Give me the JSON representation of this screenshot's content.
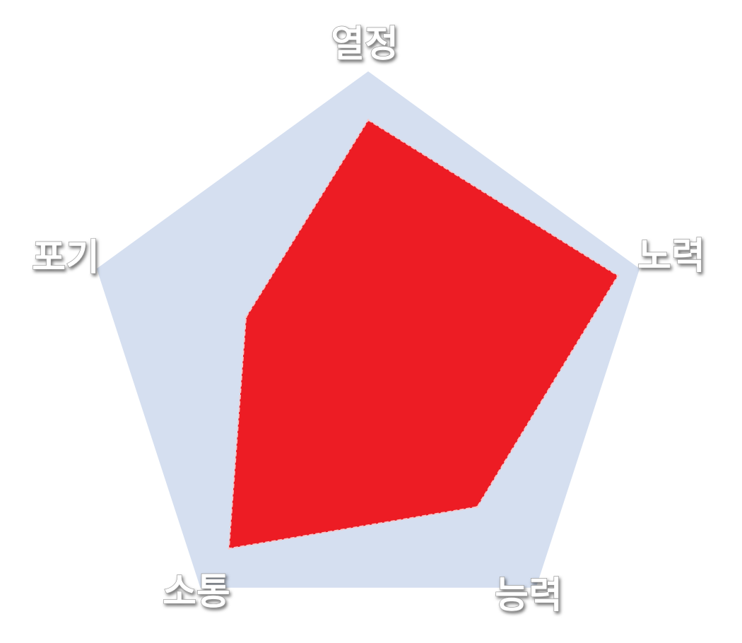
{
  "chart_data": {
    "type": "radar",
    "categories": [
      "열정",
      "노력",
      "능력",
      "소통",
      "포기"
    ],
    "series": [
      {
        "values": [
          0.83,
          0.92,
          0.65,
          0.83,
          0.45
        ]
      }
    ],
    "range": [
      0,
      1
    ],
    "grid": false,
    "legend": "none"
  },
  "colors": {
    "background_polygon": "#d5dff0",
    "series_fill": "#ed1c24",
    "series_outline": "#f6c8cb",
    "label_text": "#ffffff",
    "label_outline": "#8c8c8c"
  }
}
